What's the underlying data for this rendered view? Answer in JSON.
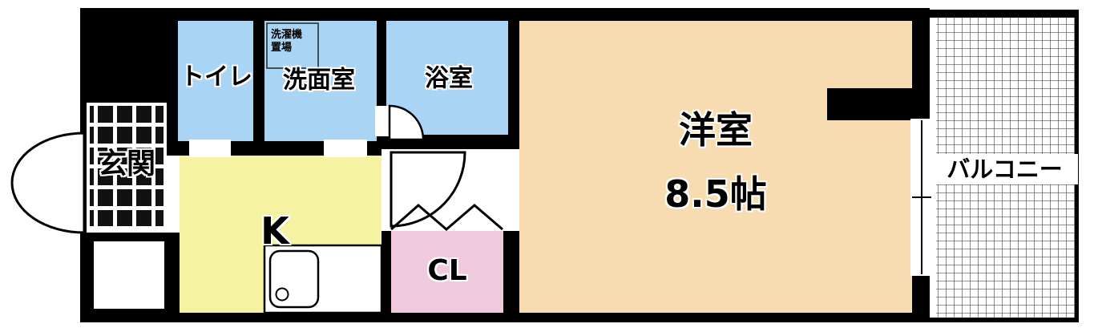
{
  "floor_plan": {
    "colors": {
      "wall": "#000000",
      "background": "#ffffff",
      "wet_area": "#a9d4f3",
      "kitchen": "#f5f2a2",
      "western_room": "#f7dcb2",
      "closet": "#eecadc"
    },
    "rooms": {
      "toilet": {
        "label": "トイレ"
      },
      "washroom": {
        "label": "洗面室",
        "washing_machine_line1": "洗濯機",
        "washing_machine_line2": "置場"
      },
      "bath": {
        "label": "浴室"
      },
      "entrance": {
        "label": "玄関"
      },
      "kitchen": {
        "label": "K"
      },
      "closet": {
        "label": "CL"
      },
      "western_room": {
        "label": "洋室",
        "size": "8.5帖"
      },
      "balcony": {
        "label": "バルコニー"
      }
    }
  }
}
